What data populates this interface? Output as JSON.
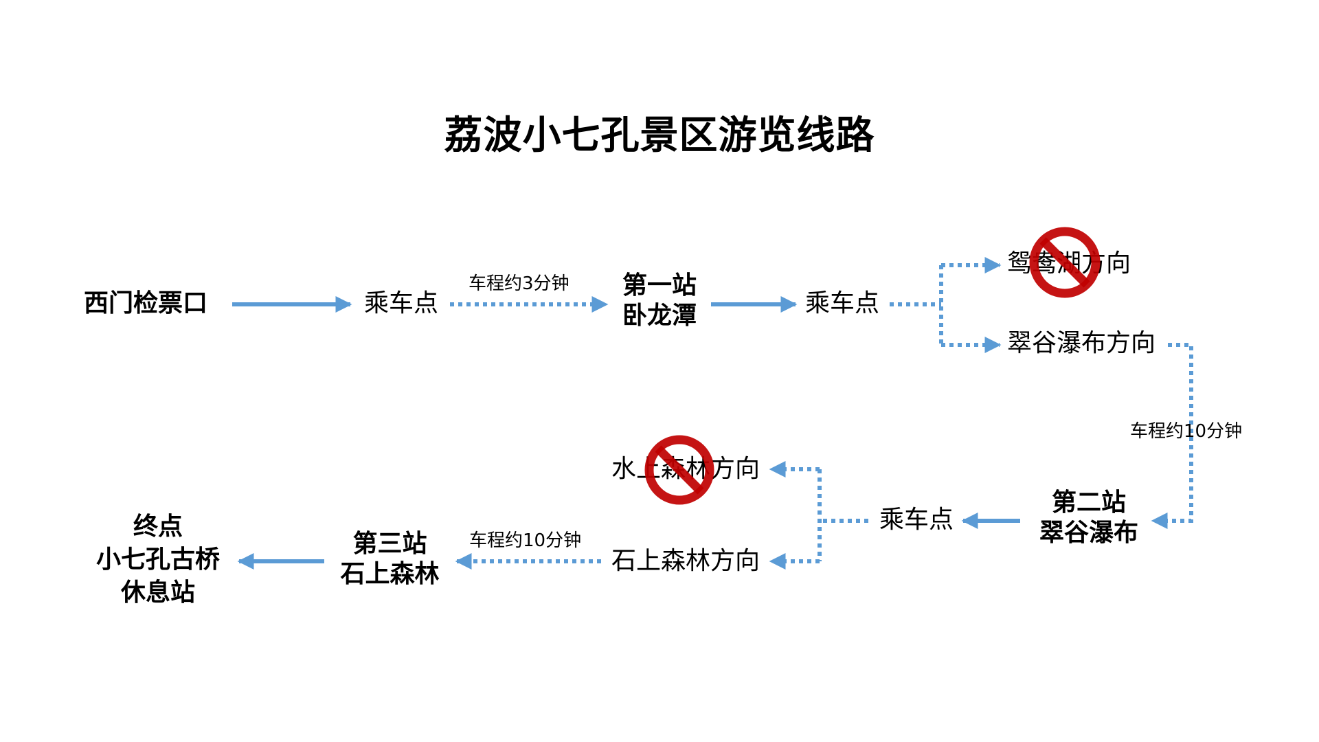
{
  "title": "荔波小七孔景区游览线路",
  "colors": {
    "line": "#5b9bd5",
    "ban": "#c00000",
    "text": "#000000",
    "background": "#ffffff"
  },
  "nodes": {
    "west_gate": "西门检票口",
    "pickup_1": "乘车点",
    "station_1": {
      "line1": "第一站",
      "line2": "卧龙潭"
    },
    "pickup_2": "乘车点",
    "yuanyang_lake": "鸳鸯湖方向",
    "cuigu_direction": "翠谷瀑布方向",
    "station_2": {
      "line1": "第二站",
      "line2": "翠谷瀑布"
    },
    "pickup_3": "乘车点",
    "water_forest": "水上森林方向",
    "stone_forest_direction": "石上森林方向",
    "station_3": {
      "line1": "第三站",
      "line2": "石上森林"
    },
    "terminal": {
      "line1": "终点",
      "line2": "小七孔古桥",
      "line3": "休息站"
    }
  },
  "durations": {
    "to_station_1": "车程约3分钟",
    "to_station_2": "车程约10分钟",
    "to_station_3": "车程约10分钟"
  },
  "icons": {
    "prohibited": "prohibited-icon",
    "arrow_solid": "solid-arrow",
    "arrow_dotted": "dotted-arrow"
  },
  "closed_routes": [
    "鸳鸯湖方向",
    "水上森林方向"
  ]
}
